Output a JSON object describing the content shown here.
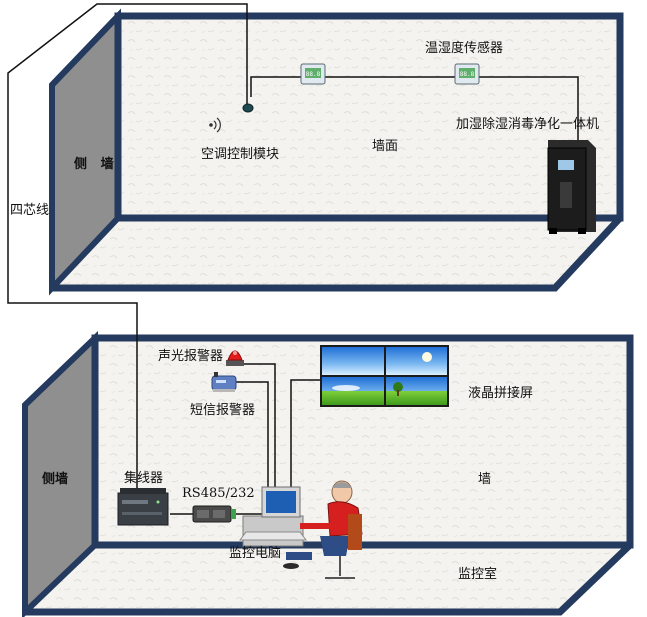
{
  "upper_room": {
    "side_wall_label": "侧   墙",
    "wall_label": "墙面",
    "sensor_label": "温湿度传感器",
    "ac_module_label": "空调控制模块",
    "purifier_label": "加湿除湿消毒净化一体机",
    "cable_label": "四芯线"
  },
  "lower_room": {
    "side_wall_label": "侧墙",
    "wall_label": "墙",
    "room_label": "监控室",
    "concentrator_label": "集线器",
    "converter_label": "RS485/232",
    "alarm_label": "声光报警器",
    "sms_label": "短信报警器",
    "screen_label": "液晶拼接屏",
    "pc_label": "监控电脑"
  },
  "colors": {
    "frame": "#243a5e",
    "side_wall": "#8f8f8f",
    "wall_texture": "#f3f2ee",
    "wire": "#111111"
  }
}
